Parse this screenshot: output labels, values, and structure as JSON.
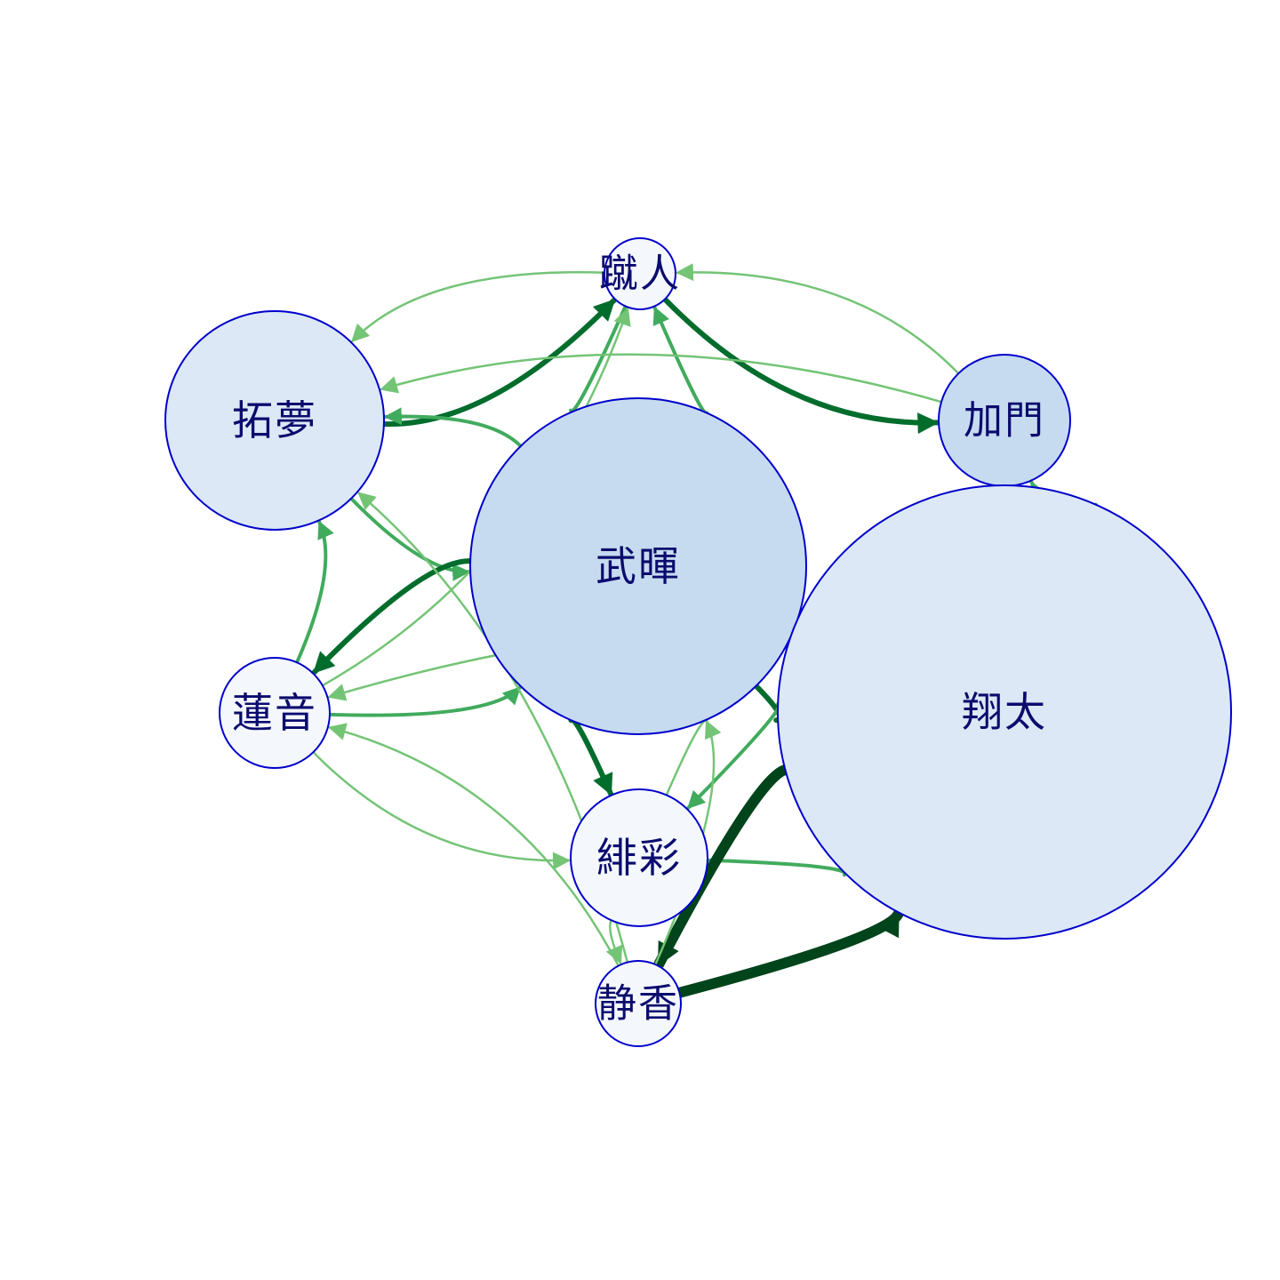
{
  "graph": {
    "type": "directed-weighted-network",
    "colors": {
      "node_fill_light": "#dce8f5",
      "node_fill_mid": "#c6dbef",
      "node_fill_pale": "#f4f8fd",
      "node_border": "#0000cc",
      "label_color": "#0b0b6e",
      "edge_weak": "#74c476",
      "edge_mid": "#41ab5d",
      "edge_strong": "#006d2c",
      "edge_strongest": "#00441b"
    },
    "nodes": [
      {
        "id": "syuto",
        "label": "蹴人",
        "size_rank": 1,
        "fill": "pale"
      },
      {
        "id": "takumu",
        "label": "拓夢",
        "size_rank": 4,
        "fill": "light"
      },
      {
        "id": "takeaki",
        "label": "武暉",
        "size_rank": 6,
        "fill": "mid"
      },
      {
        "id": "kamon",
        "label": "加門",
        "size_rank": 2,
        "fill": "mid"
      },
      {
        "id": "shota",
        "label": "翔太",
        "size_rank": 7,
        "fill": "light"
      },
      {
        "id": "renon",
        "label": "蓮音",
        "size_rank": 2,
        "fill": "pale"
      },
      {
        "id": "ayaka",
        "label": "緋彩",
        "size_rank": 3,
        "fill": "pale"
      },
      {
        "id": "shizuka",
        "label": "静香",
        "size_rank": 1,
        "fill": "pale"
      }
    ],
    "edges": [
      {
        "from": "takumu",
        "to": "syuto",
        "weight": "strong"
      },
      {
        "from": "syuto",
        "to": "kamon",
        "weight": "strong"
      },
      {
        "from": "kamon",
        "to": "syuto",
        "weight": "weak"
      },
      {
        "from": "syuto",
        "to": "takumu",
        "weight": "weak"
      },
      {
        "from": "syuto",
        "to": "takeaki",
        "weight": "mid"
      },
      {
        "from": "takeaki",
        "to": "syuto",
        "weight": "mid"
      },
      {
        "from": "takumu",
        "to": "takeaki",
        "weight": "mid"
      },
      {
        "from": "takeaki",
        "to": "takumu",
        "weight": "mid"
      },
      {
        "from": "kamon",
        "to": "takumu",
        "weight": "weak"
      },
      {
        "from": "renon",
        "to": "takumu",
        "weight": "mid"
      },
      {
        "from": "renon",
        "to": "takeaki",
        "weight": "mid"
      },
      {
        "from": "takeaki",
        "to": "renon",
        "weight": "strong"
      },
      {
        "from": "renon",
        "to": "syuto",
        "weight": "weak"
      },
      {
        "from": "renon",
        "to": "ayaka",
        "weight": "weak"
      },
      {
        "from": "shota",
        "to": "renon",
        "weight": "weak"
      },
      {
        "from": "takeaki",
        "to": "shota",
        "weight": "strong"
      },
      {
        "from": "shota",
        "to": "kamon",
        "weight": "mid"
      },
      {
        "from": "ayaka",
        "to": "takeaki",
        "weight": "weak"
      },
      {
        "from": "takeaki",
        "to": "ayaka",
        "weight": "strong"
      },
      {
        "from": "ayaka",
        "to": "shota",
        "weight": "mid"
      },
      {
        "from": "shota",
        "to": "ayaka",
        "weight": "mid"
      },
      {
        "from": "ayaka",
        "to": "shizuka",
        "weight": "weak"
      },
      {
        "from": "shizuka",
        "to": "renon",
        "weight": "weak"
      },
      {
        "from": "shizuka",
        "to": "takumu",
        "weight": "weak"
      },
      {
        "from": "shizuka",
        "to": "shota",
        "weight": "strongest"
      },
      {
        "from": "shota",
        "to": "shizuka",
        "weight": "strongest"
      },
      {
        "from": "shizuka",
        "to": "takeaki",
        "weight": "weak"
      }
    ]
  }
}
